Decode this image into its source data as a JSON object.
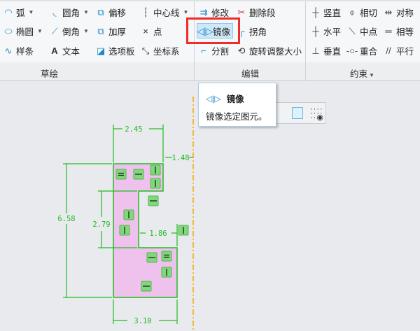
{
  "ribbon": {
    "sketch": {
      "label": "草绘",
      "items": [
        {
          "label": "弧",
          "icon": "arc-icon",
          "dropdown": true
        },
        {
          "label": "椭圆",
          "icon": "ellipse-icon",
          "dropdown": true
        },
        {
          "label": "样条",
          "icon": "spline-icon"
        },
        {
          "label": "圆角",
          "icon": "fillet-icon",
          "dropdown": true
        },
        {
          "label": "倒角",
          "icon": "chamfer-icon",
          "dropdown": true
        },
        {
          "label": "文本",
          "icon": "text-icon"
        },
        {
          "label": "偏移",
          "icon": "offset-icon"
        },
        {
          "label": "加厚",
          "icon": "thicken-icon"
        },
        {
          "label": "选项板",
          "icon": "palette-icon"
        },
        {
          "label": "中心线",
          "icon": "centerline-icon",
          "dropdown": true
        },
        {
          "label": "点",
          "icon": "point-icon"
        },
        {
          "label": "坐标系",
          "icon": "coordinate-system-icon"
        }
      ]
    },
    "edit": {
      "label": "编辑",
      "items": [
        {
          "label": "修改",
          "icon": "modify-icon"
        },
        {
          "label": "镜像",
          "icon": "mirror-icon"
        },
        {
          "label": "分割",
          "icon": "divide-icon"
        },
        {
          "label": "删除段",
          "icon": "delete-segment-icon"
        },
        {
          "label": "拐角",
          "icon": "corner-icon"
        },
        {
          "label": "旋转调整大小",
          "icon": "rotate-resize-icon"
        }
      ]
    },
    "constrain": {
      "label": "约束",
      "items": [
        {
          "label": "竖直",
          "icon": "vertical-icon"
        },
        {
          "label": "水平",
          "icon": "horizontal-icon"
        },
        {
          "label": "垂直",
          "icon": "perpendicular-icon"
        },
        {
          "label": "相切",
          "icon": "tangent-icon"
        },
        {
          "label": "中点",
          "icon": "midpoint-icon"
        },
        {
          "label": "重合",
          "icon": "coincident-icon"
        },
        {
          "label": "对称",
          "icon": "symmetric-icon"
        },
        {
          "label": "相等",
          "icon": "equal-icon"
        },
        {
          "label": "平行",
          "icon": "parallel-icon"
        }
      ]
    }
  },
  "tooltip": {
    "title": "镜像",
    "description": "镜像选定图元。"
  },
  "sketch": {
    "dimensions": {
      "top_width": "2.45",
      "offset_to_centerline": "1.48",
      "total_height": "6.58",
      "middle_height": "2.79",
      "lower_step": "1.86",
      "bottom_width": "3.10"
    },
    "colors": {
      "geometry": "#22bb22",
      "fill": "#eec2ec",
      "centerline": "#f5a800",
      "constraint": "#7fd87a"
    }
  }
}
